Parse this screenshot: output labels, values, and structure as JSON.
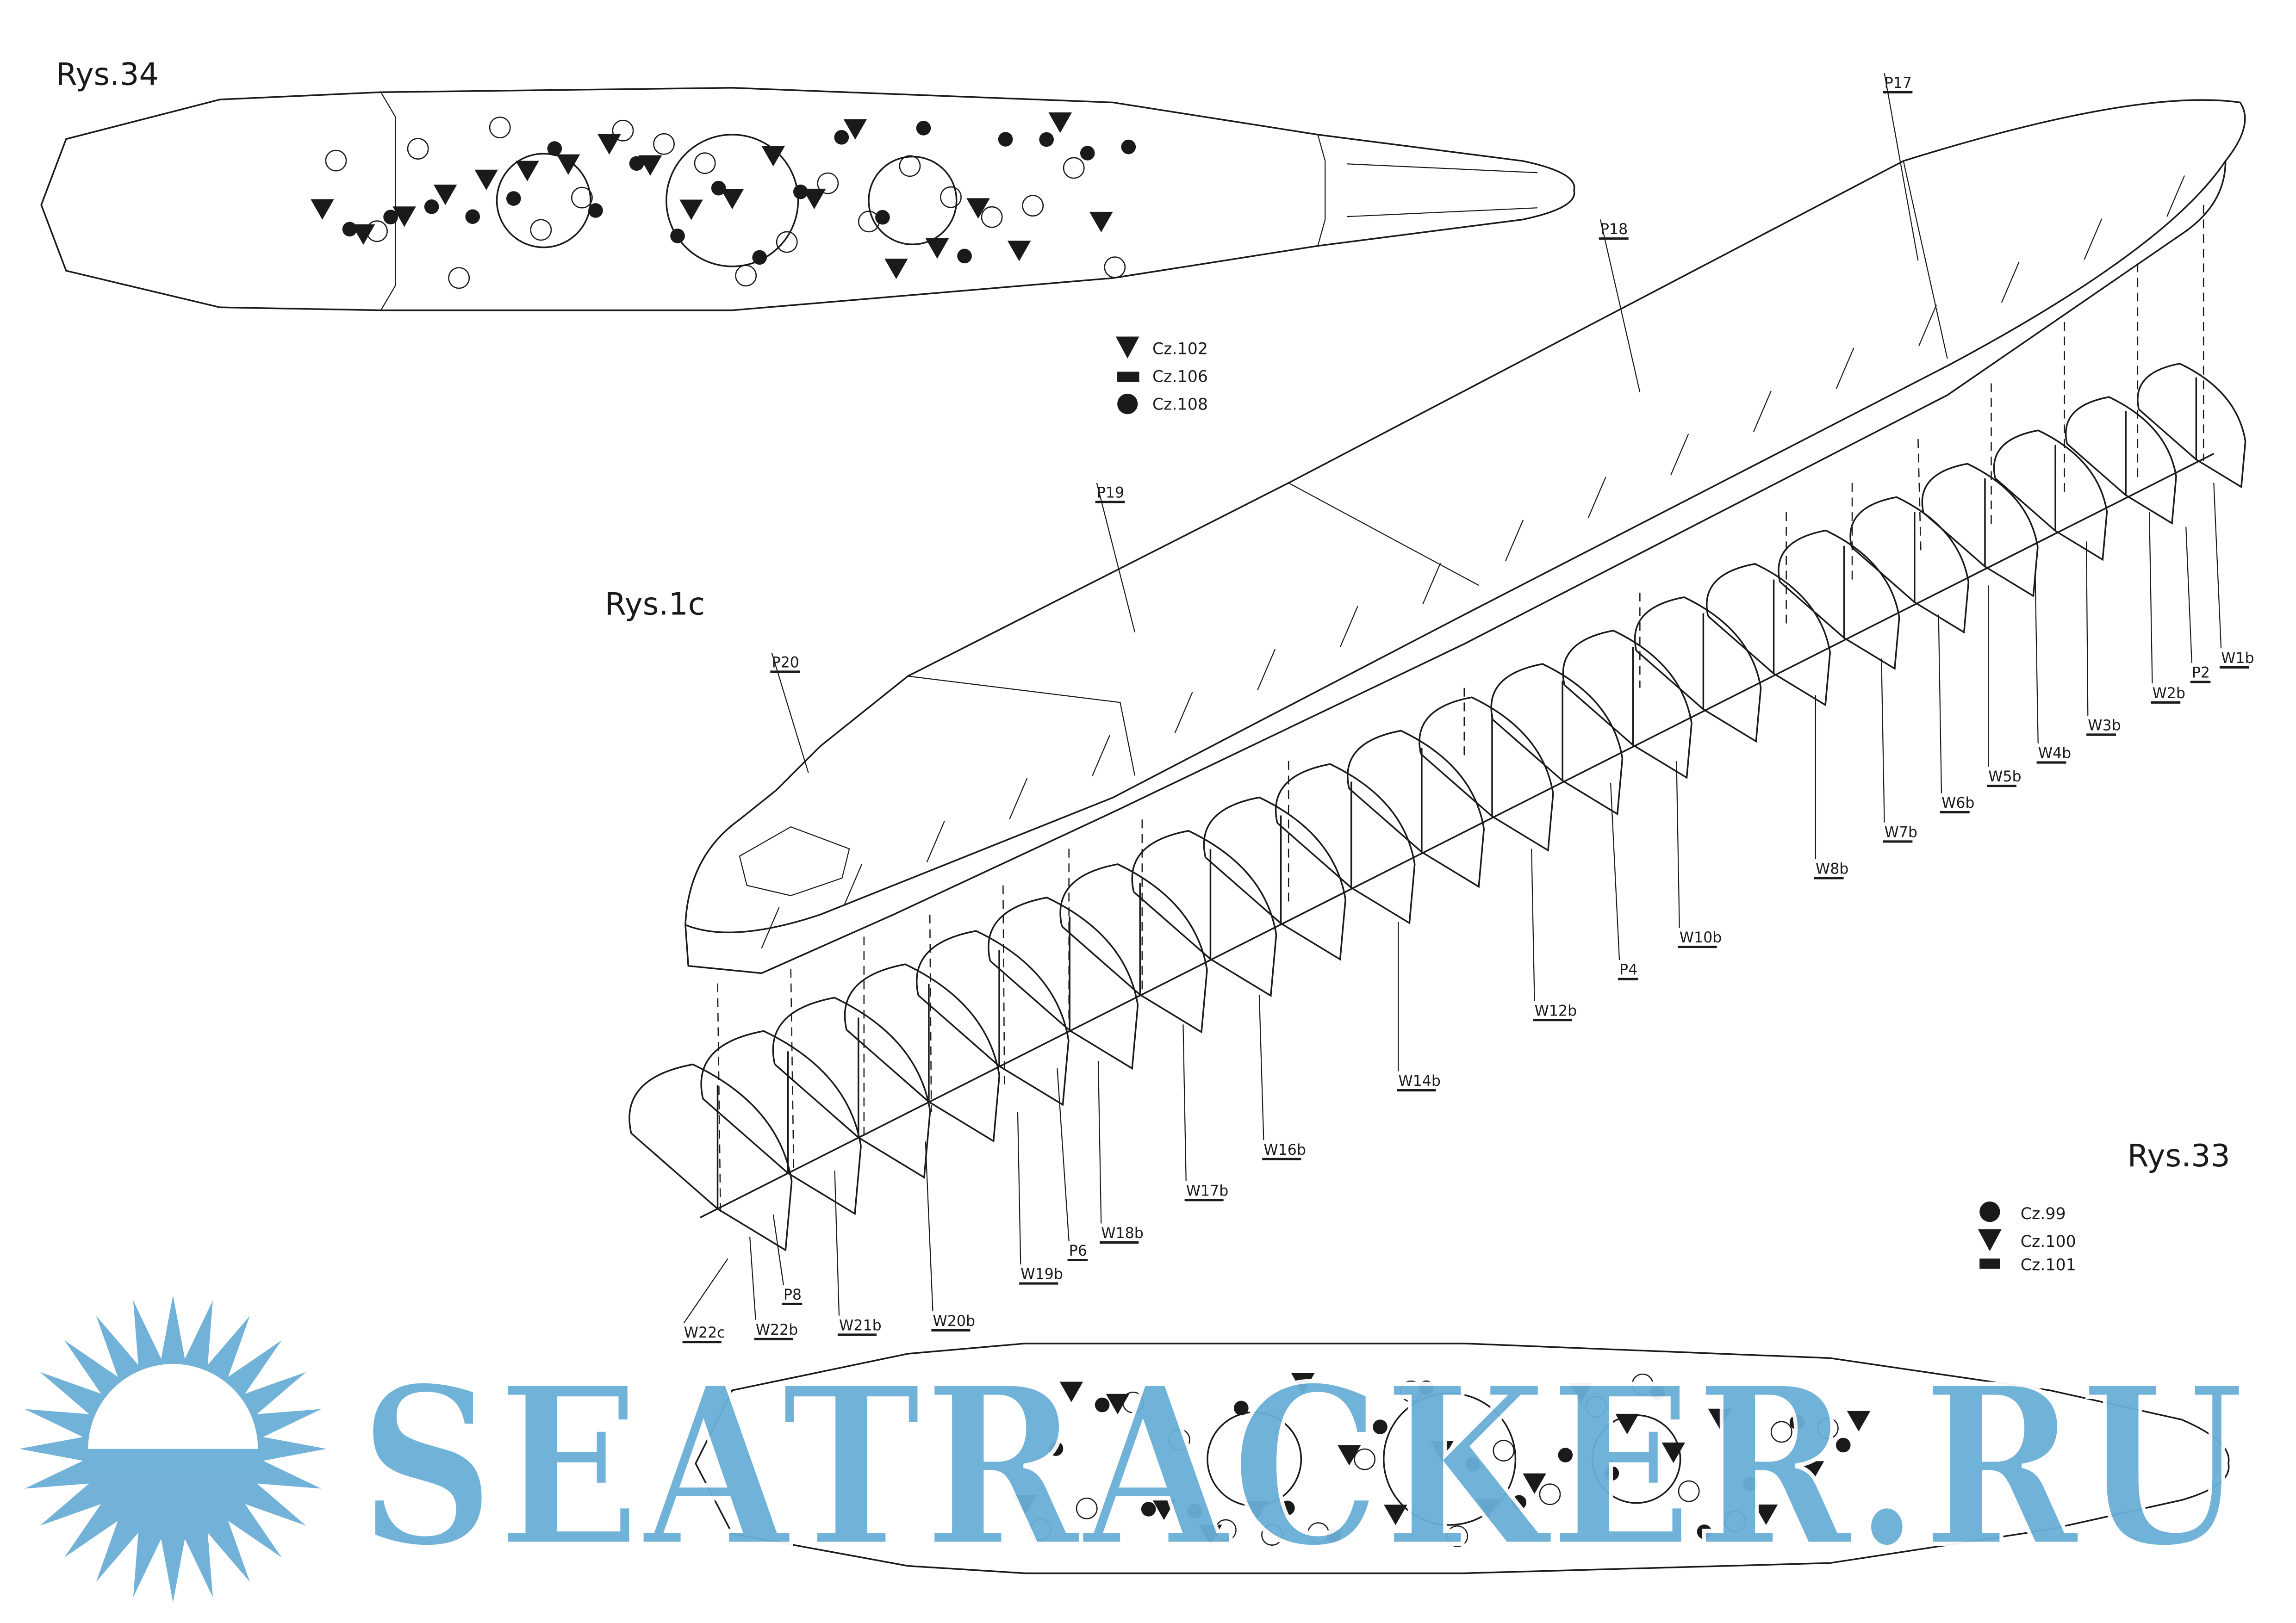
{
  "figures": {
    "rys34": {
      "title": "Rys.34",
      "legend": [
        {
          "symbol": "triangle-down",
          "label": "Cz.102"
        },
        {
          "symbol": "rectangle",
          "label": "Cz.106"
        },
        {
          "symbol": "circle",
          "label": "Cz.108"
        }
      ]
    },
    "rys1c": {
      "title": "Rys.1c",
      "part_labels": [
        "P17",
        "P18",
        "P19",
        "P20",
        "W1b",
        "P2",
        "W2b",
        "W3b",
        "W4b",
        "W5b",
        "W6b",
        "W7b",
        "W8b",
        "W10b",
        "P4",
        "W12b",
        "W14b",
        "W16b",
        "W17b",
        "W18b",
        "P6",
        "W19b",
        "W20b",
        "W21b",
        "P8",
        "W22b",
        "W22c"
      ]
    },
    "rys33": {
      "title": "Rys.33",
      "legend": [
        {
          "symbol": "circle",
          "label": "Cz.99"
        },
        {
          "symbol": "triangle-down",
          "label": "Cz.100"
        },
        {
          "symbol": "rectangle",
          "label": "Cz.101"
        }
      ]
    }
  },
  "watermark": {
    "text": "SEATRACKER.RU",
    "color": "#6aaed6"
  },
  "colors": {
    "ink": "#1a1a1a",
    "paper": "#ffffff"
  }
}
